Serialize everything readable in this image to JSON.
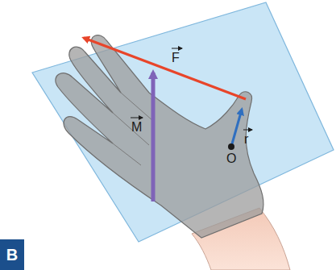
{
  "diagram": {
    "nodes": [
      {
        "text": [
          "B"
        ]
      }
    ],
    "labels": [
      "F",
      "M",
      "r",
      "O"
    ]
  }
}
